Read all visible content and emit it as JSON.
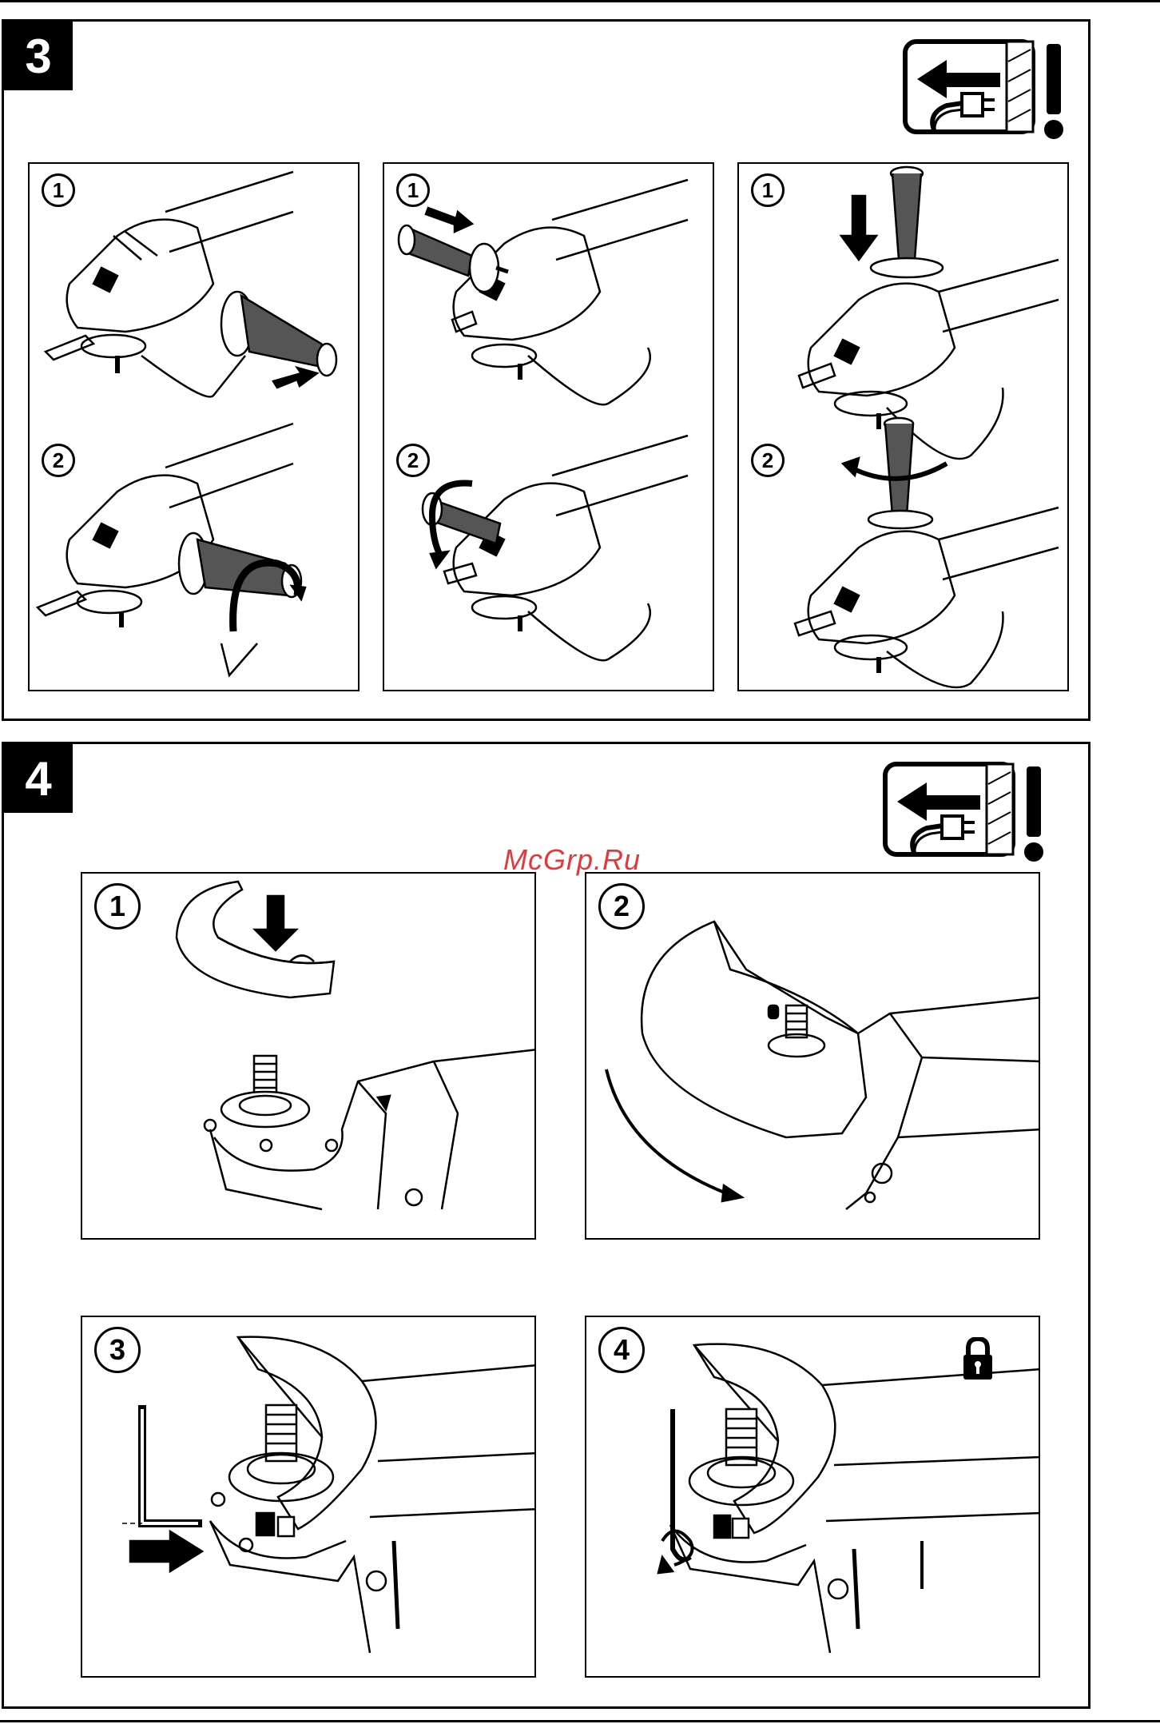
{
  "sections": [
    {
      "number": "3",
      "panels": [
        {
          "steps": [
            "1",
            "2"
          ]
        },
        {
          "steps": [
            "1",
            "2"
          ]
        },
        {
          "steps": [
            "1",
            "2"
          ]
        }
      ],
      "warning_icon": "unplug-before-work-icon"
    },
    {
      "number": "4",
      "panels": [
        {
          "step": "1"
        },
        {
          "step": "2"
        },
        {
          "step": "3"
        },
        {
          "step": "4",
          "icon": "padlock-icon"
        }
      ],
      "warning_icon": "unplug-before-work-icon"
    }
  ],
  "watermark": "McGrp.Ru",
  "colors": {
    "line": "#000000",
    "watermark": "#e03a3a",
    "paper": "#ffffff"
  }
}
